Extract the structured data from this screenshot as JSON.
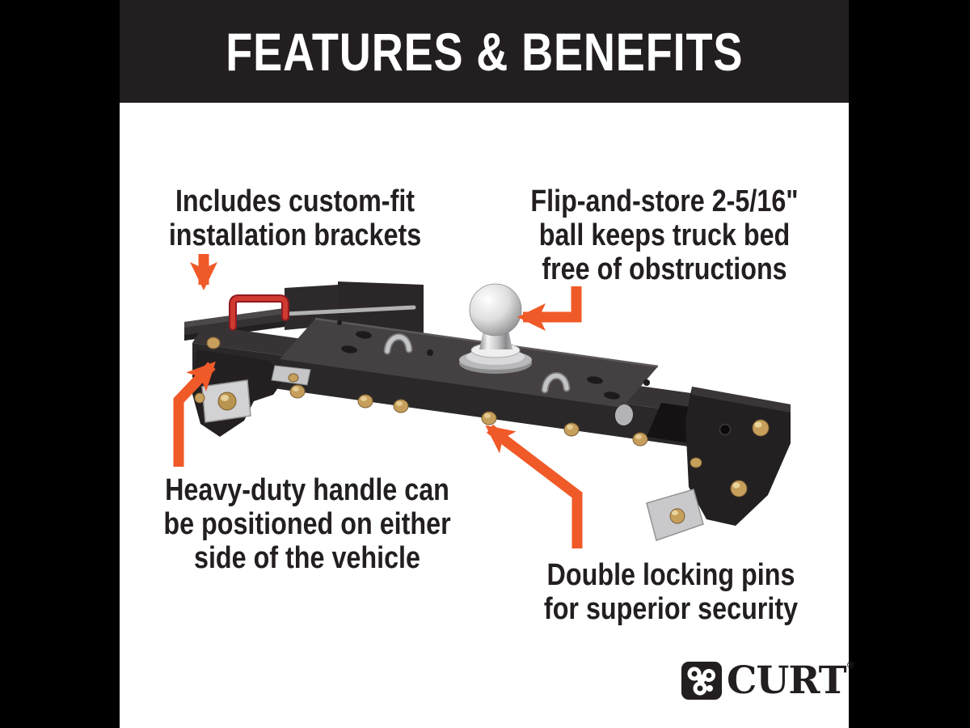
{
  "header": {
    "title": "FEATURES & BENEFITS"
  },
  "callouts": {
    "brackets": {
      "lines": [
        "Includes custom-fit",
        "installation brackets"
      ]
    },
    "ball": {
      "lines": [
        "Flip-and-store 2-5/16\"",
        "ball keeps truck bed",
        "free of obstructions"
      ]
    },
    "handle": {
      "lines": [
        "Heavy-duty handle can",
        "be positioned on either",
        "side of the vehicle"
      ]
    },
    "pins": {
      "lines": [
        "Double locking pins",
        "for superior security"
      ]
    }
  },
  "brand": {
    "name": "CURT",
    "registered": "®",
    "logo_icon": "curt-pinwheel-icon"
  },
  "illustration": {
    "subject": "gooseneck-hitch",
    "parts": [
      "hitch-ball",
      "release-handle",
      "installation-bracket-left",
      "installation-bracket-right",
      "locking-pins",
      "safety-chain-loops"
    ]
  },
  "colors": {
    "arrow_orange": "#f05a28",
    "header_bg": "#231f20",
    "text_dark": "#231f20",
    "side_bars": "#000000",
    "background": "#ffffff",
    "handle_red": "#c4262d",
    "brass": "#c79f5c",
    "chrome": "#d9d9db"
  }
}
